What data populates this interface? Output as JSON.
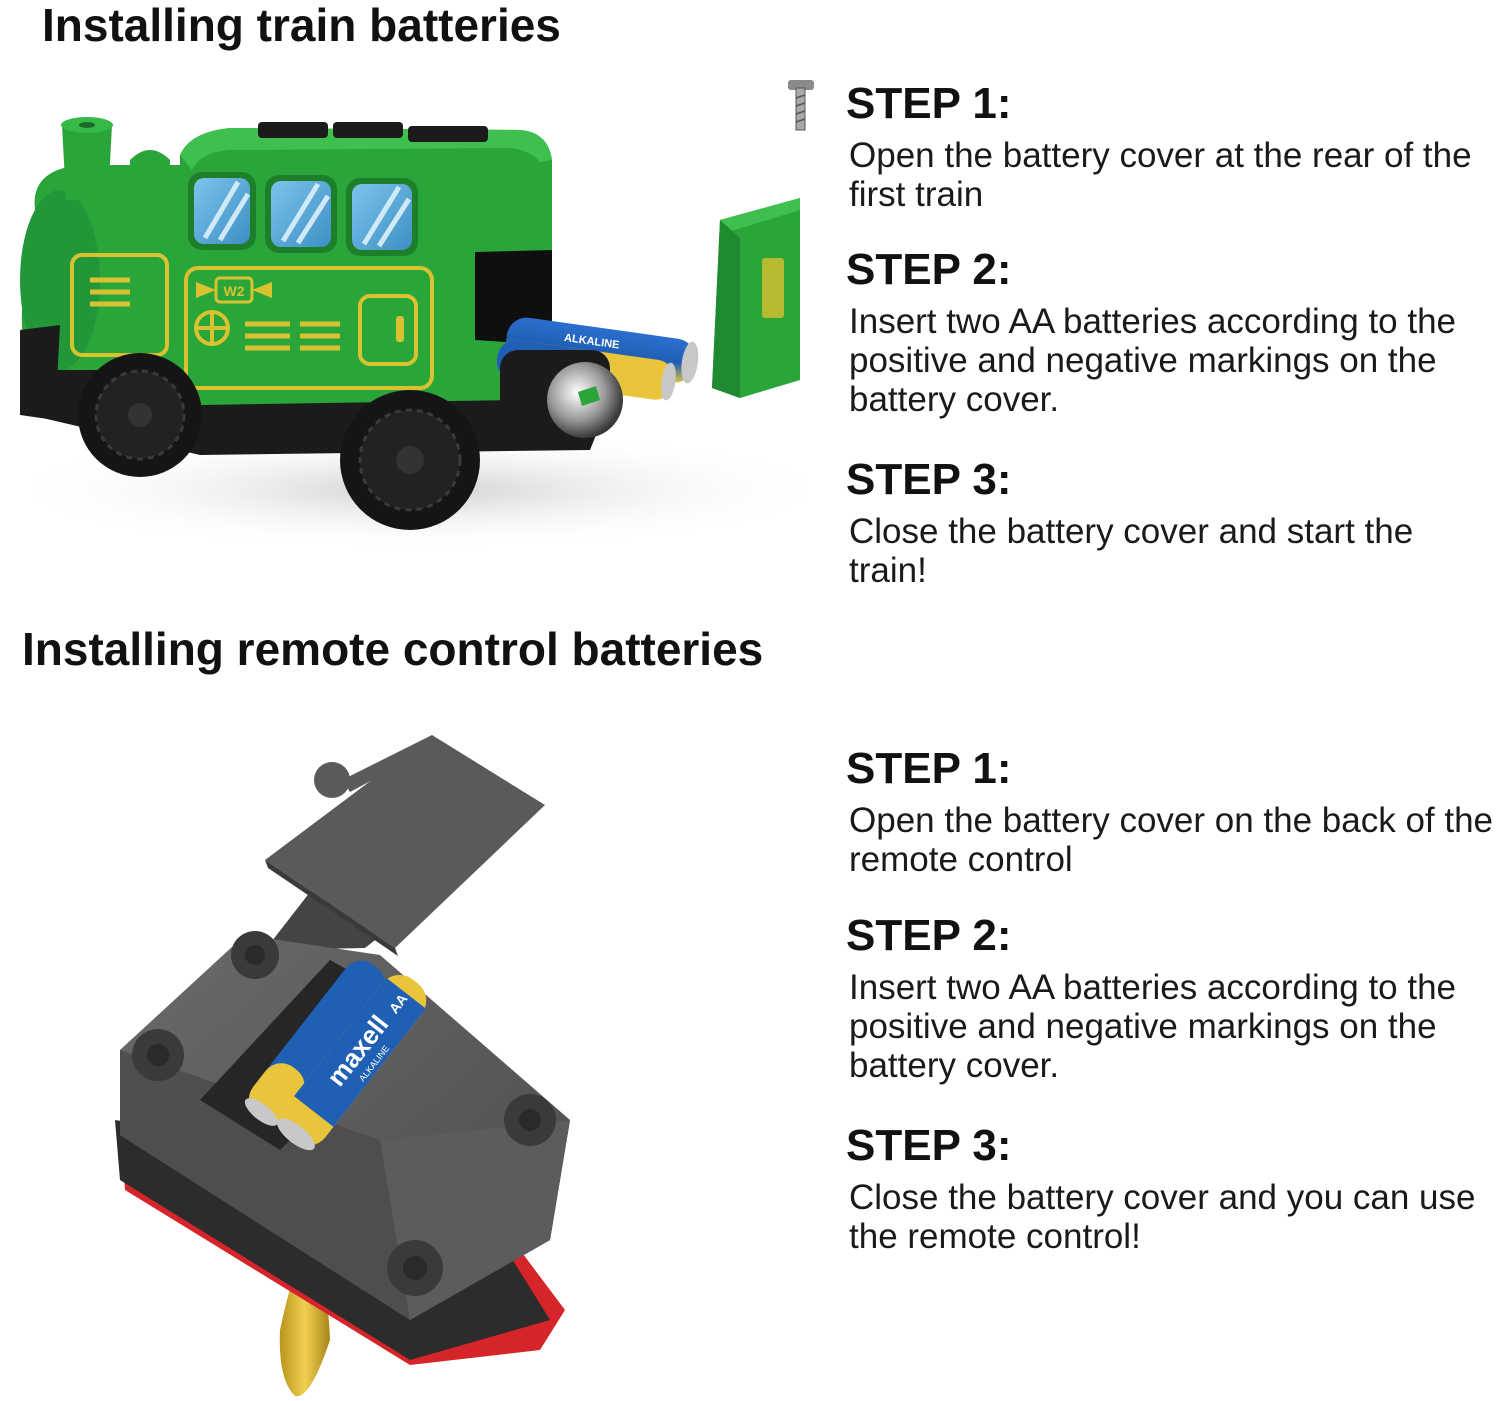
{
  "train_section": {
    "heading": "Installing train batteries",
    "steps": [
      {
        "title": "STEP 1:",
        "text": "Open the battery cover at the rear of the first train"
      },
      {
        "title": "STEP 2:",
        "text": "Insert two AA batteries according to the positive and negative markings on the battery cover."
      },
      {
        "title": "STEP 3:",
        "text": "Close the battery cover and start the train!"
      }
    ],
    "illustration": {
      "badge": "W2",
      "battery_label": "ALKALINE"
    }
  },
  "remote_section": {
    "heading": "Installing remote control batteries",
    "steps": [
      {
        "title": "STEP 1:",
        "text": "Open the battery cover on the back of the remote control"
      },
      {
        "title": "STEP 2:",
        "text": "Insert two AA batteries according to the positive and negative markings on the battery cover."
      },
      {
        "title": "STEP 3:",
        "text": "Close the battery cover and you can use the remote control!"
      }
    ],
    "illustration": {
      "brand": "maxell",
      "sub": "ALKALINE",
      "size": "AA"
    }
  },
  "colors": {
    "train_green": "#2aa53a",
    "train_dark_green": "#1e7f2b",
    "window_blue": "#55a8d8",
    "trim_yellow": "#d8c230",
    "remote_gray": "#5b5b5b",
    "remote_red": "#d6242b",
    "battery_blue": "#1f5fb4",
    "battery_gold": "#e8c53a"
  }
}
